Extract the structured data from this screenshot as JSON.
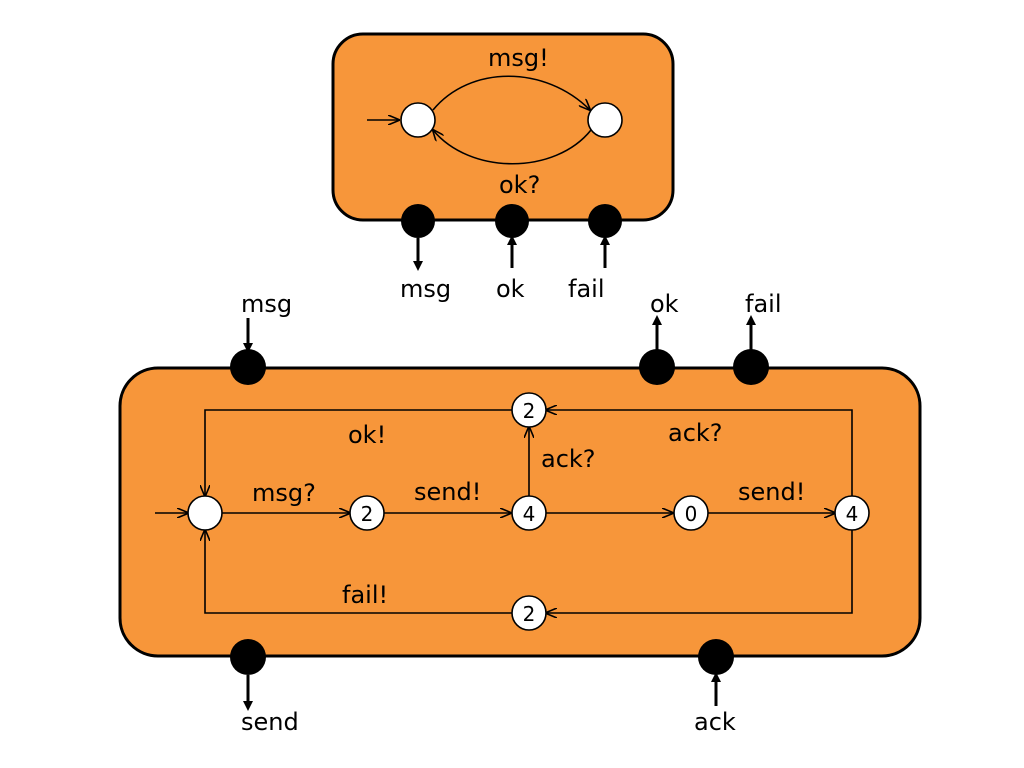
{
  "top_component": {
    "transitions": {
      "send_msg": "msg!",
      "receive_ok": "ok?"
    },
    "ports": {
      "msg": "msg",
      "ok": "ok",
      "fail": "fail"
    }
  },
  "bottom_component": {
    "ports": {
      "msg": "msg",
      "ok": "ok",
      "fail": "fail",
      "send": "send",
      "ack": "ack"
    },
    "transitions": {
      "ok": "ok!",
      "ack_top": "ack?",
      "ack_mid": "ack?",
      "msg": "msg?",
      "send1": "send!",
      "send2": "send!",
      "fail": "fail!"
    },
    "states": {
      "s2a": "2",
      "s4a": "4",
      "s0": "0",
      "s4b": "4",
      "s2top": "2",
      "s2bot": "2"
    }
  }
}
